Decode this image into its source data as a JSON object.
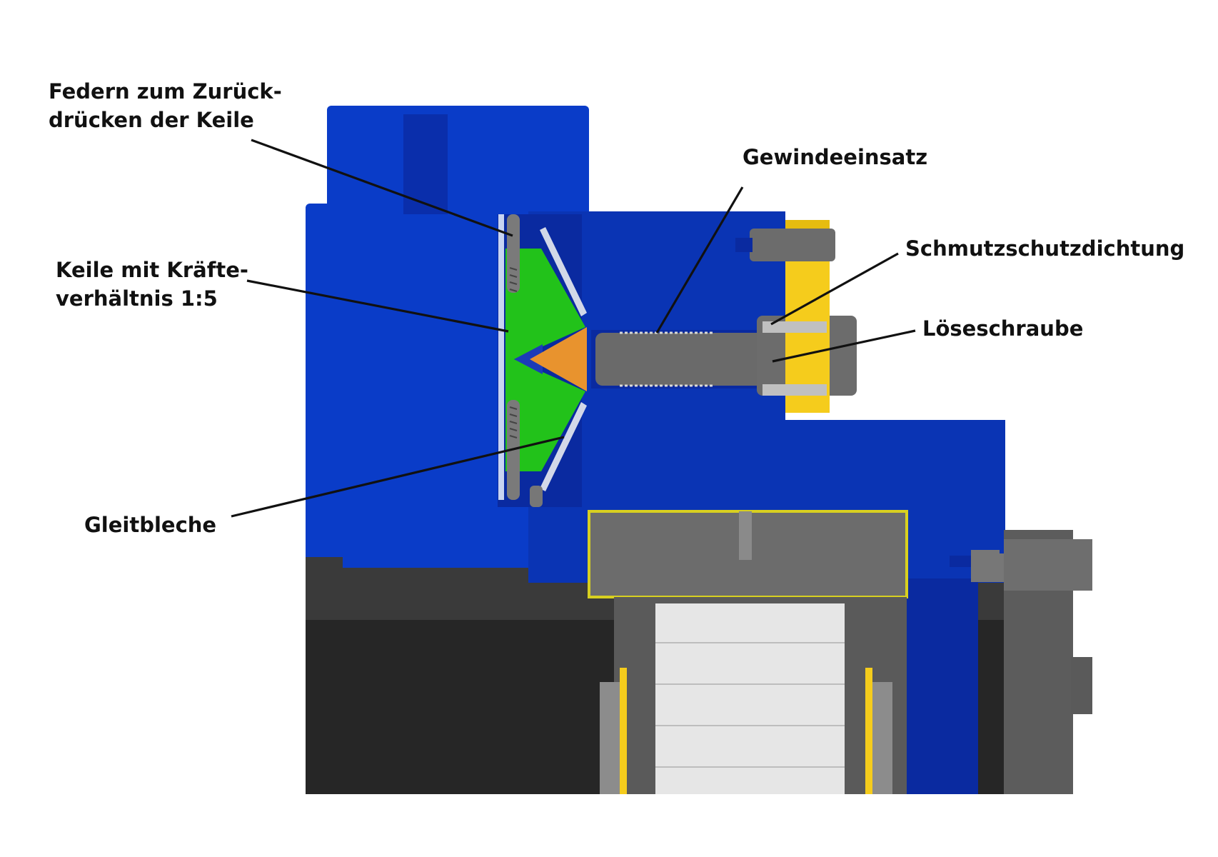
{
  "labels": {
    "springs": {
      "line1": "Federn zum Zurück-",
      "line2": "drücken der Keile"
    },
    "wedges": {
      "line1": "Keile mit Kräfte-",
      "line2": "verhältnis 1:5"
    },
    "slide_plates": "Gleitbleche",
    "thread_insert": "Gewindeeinsatz",
    "dust_seal": "Schmutzschutzdichtung",
    "release_screw": "Löseschraube"
  },
  "colors": {
    "housing_blue": "#0a3cc8",
    "housing_blue_dark": "#0a2aa0",
    "wedge_green": "#22c21a",
    "cone_orange": "#e8932e",
    "seal_yellow": "#f5cc1c",
    "steel_gray": "#6e6e6e",
    "base_dark": "#2e2e2e"
  }
}
